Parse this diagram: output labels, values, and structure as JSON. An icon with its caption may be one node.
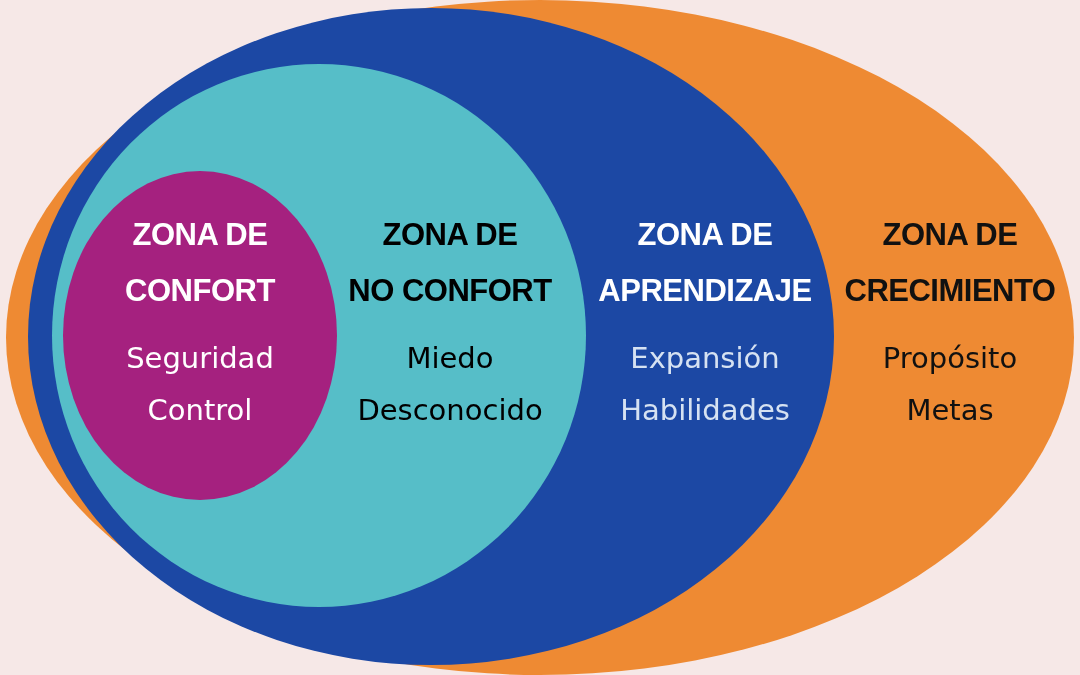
{
  "diagram": {
    "nodes": [
      {
        "text": [
          "ZONA DE CRECIMIENTO",
          "Propósito Metas"
        ]
      },
      {
        "text": [
          "ZONA DE APRENDIZAJE",
          "Expansión Habilidades"
        ],
        "in": 0
      },
      {
        "text": [
          "ZONA DE NO CONFORT",
          "Miedo Desconocido"
        ],
        "in": 1
      },
      {
        "text": [
          "ZONA DE CONFORT",
          "Seguridad Control"
        ],
        "in": 2
      }
    ]
  }
}
